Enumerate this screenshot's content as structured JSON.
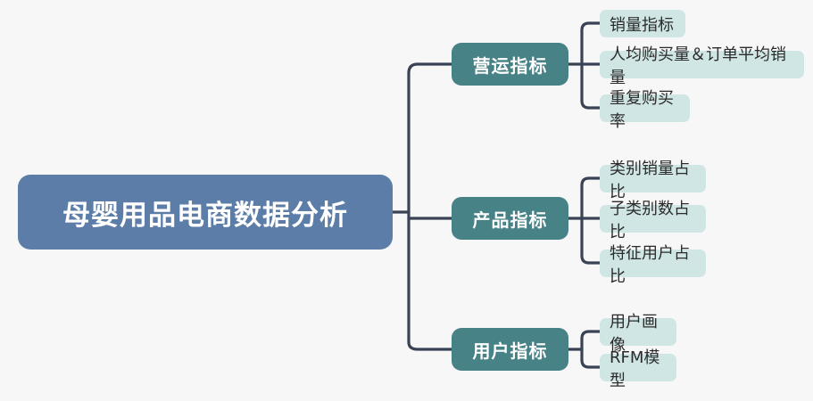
{
  "diagram": {
    "type": "mind-map",
    "background_color": "#f7f7f7",
    "root": {
      "label": "母婴用品电商数据分析",
      "fill_color": "#5b7da8",
      "text_color": "#ffffff"
    },
    "link_color": "#3a4356",
    "branch_fill_color": "#478287",
    "leaf_fill_color": "#cfe6e4",
    "leaf_text_color": "#2b2b2b",
    "branches": [
      {
        "label": "营运指标",
        "leaves": [
          {
            "label": "销量指标"
          },
          {
            "label": "人均购买量＆订单平均销量"
          },
          {
            "label": "重复购买率"
          }
        ]
      },
      {
        "label": "产品指标",
        "leaves": [
          {
            "label": "类别销量占比"
          },
          {
            "label": "子类别数占比"
          },
          {
            "label": "特征用户占比"
          }
        ]
      },
      {
        "label": "用户指标",
        "leaves": [
          {
            "label": "用户画像"
          },
          {
            "label": "RFM模型"
          }
        ]
      }
    ]
  }
}
